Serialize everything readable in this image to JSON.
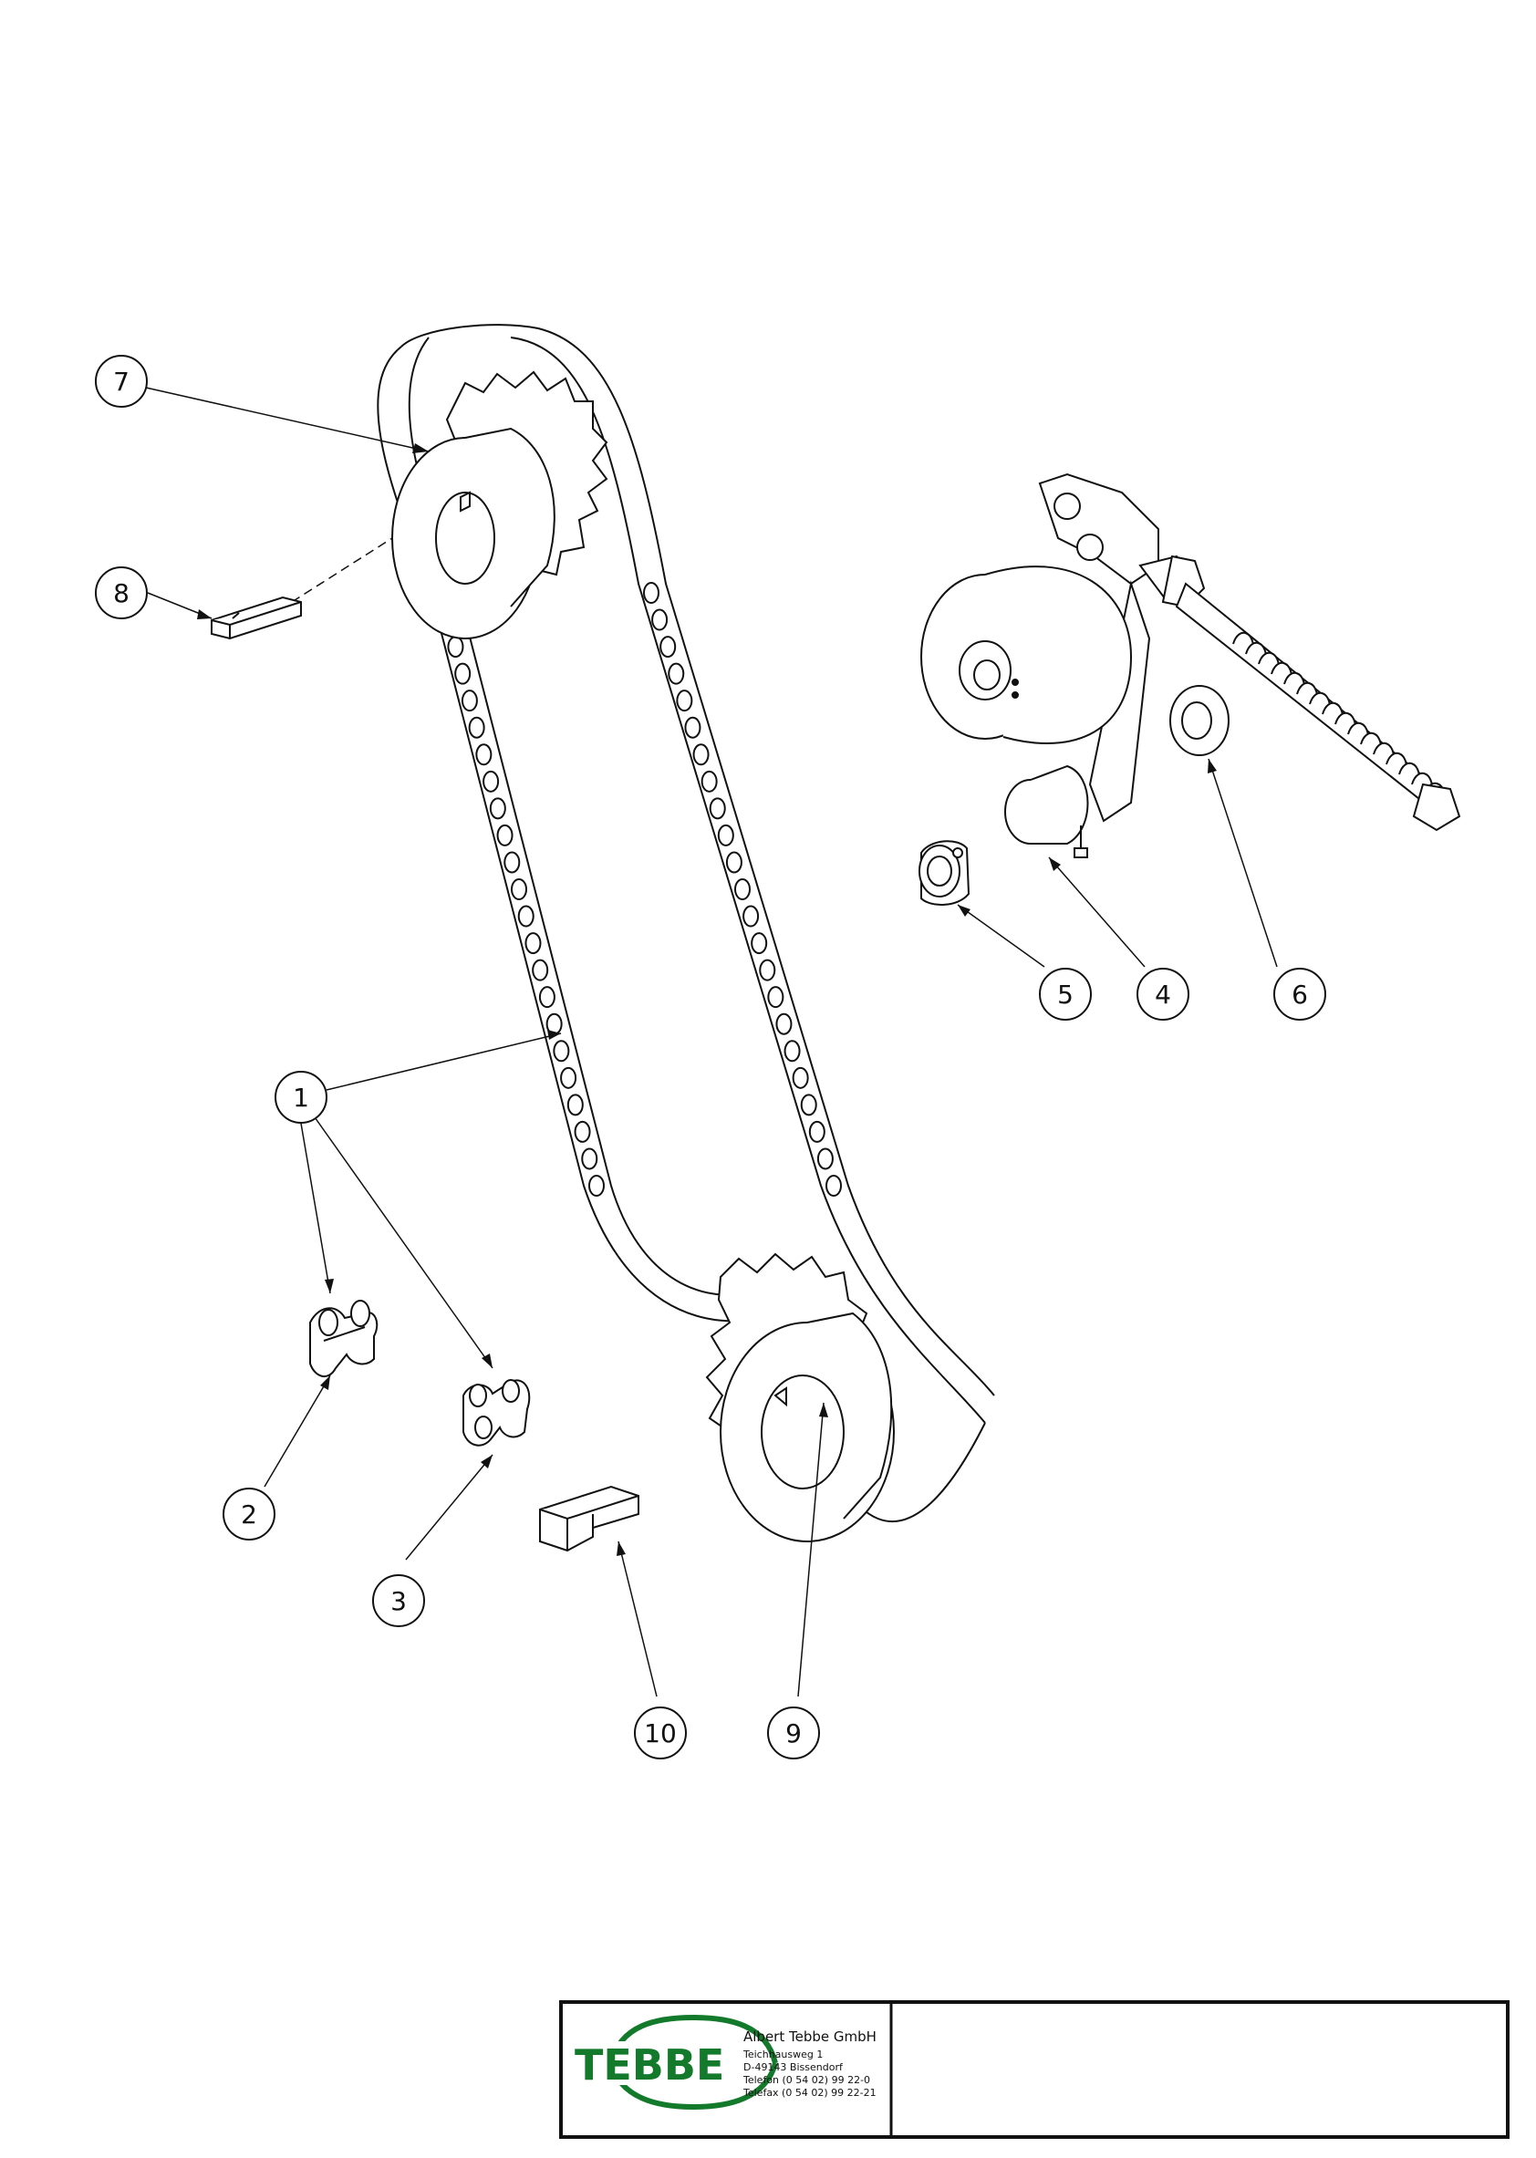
{
  "callouts": [
    {
      "id": "1",
      "label": "1"
    },
    {
      "id": "2",
      "label": "2"
    },
    {
      "id": "3",
      "label": "3"
    },
    {
      "id": "4",
      "label": "4"
    },
    {
      "id": "5",
      "label": "5"
    },
    {
      "id": "6",
      "label": "6"
    },
    {
      "id": "7",
      "label": "7"
    },
    {
      "id": "8",
      "label": "8"
    },
    {
      "id": "9",
      "label": "9"
    },
    {
      "id": "10",
      "label": "10"
    }
  ],
  "title_block": {
    "logo_text": "TEBBE",
    "company_name": "Albert Tebbe GmbH",
    "address_street": "Teichhausweg 1",
    "address_city": "D-49143 Bissendorf",
    "phone": "Telefon (0 54 02) 99 22-0",
    "fax": "Telefax (0 54 02) 99 22-21",
    "description": ""
  },
  "colors": {
    "line": "#111111",
    "logo_green": "#137a2c"
  }
}
